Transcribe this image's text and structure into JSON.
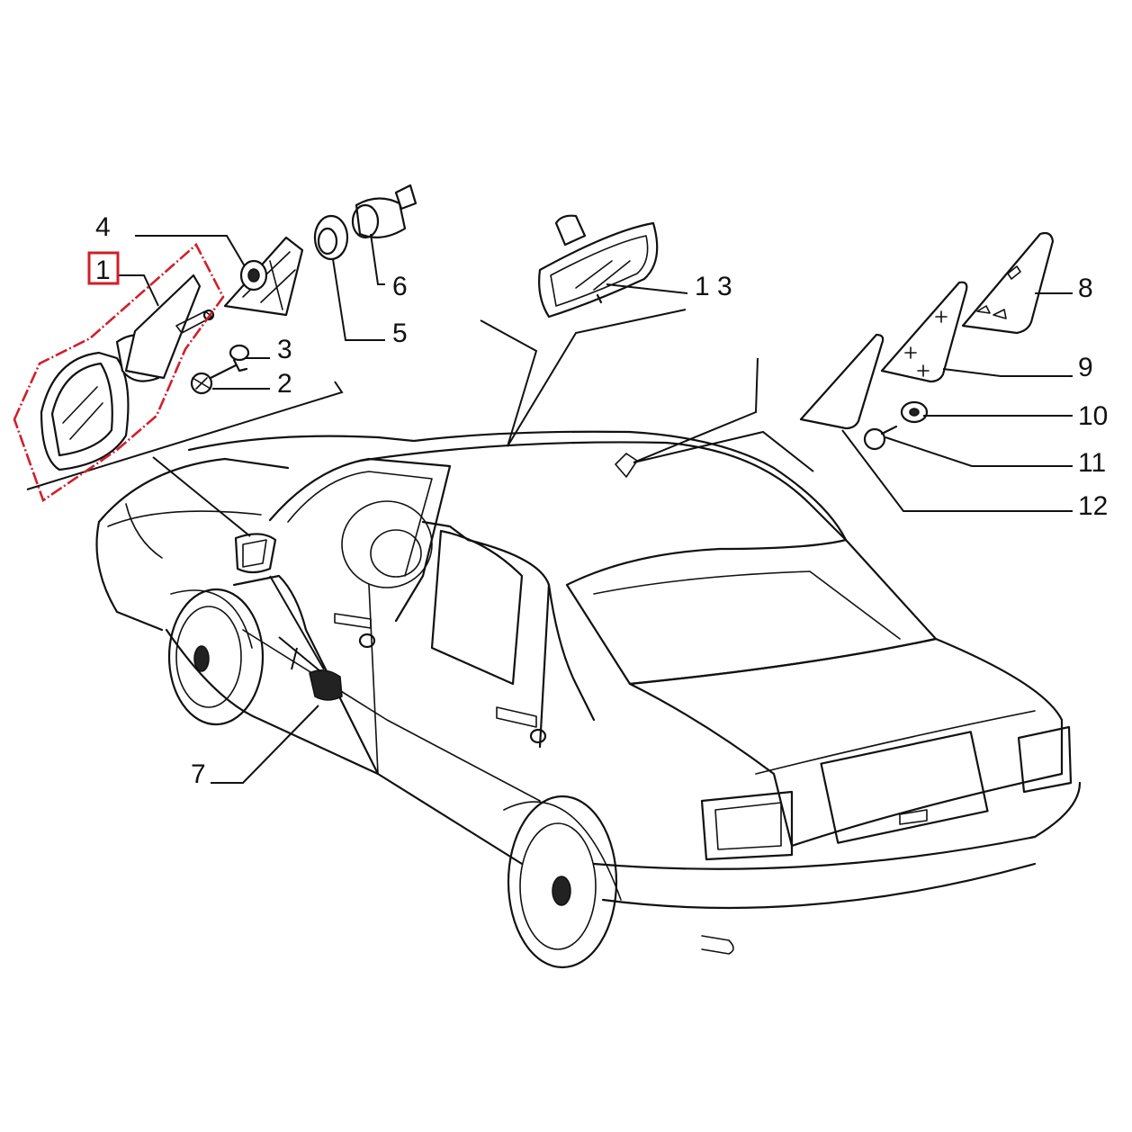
{
  "labels": {
    "part_1": "1",
    "part_2": "2",
    "part_3": "3",
    "part_4": "4",
    "part_5": "5",
    "part_6": "6",
    "part_7": "7",
    "part_8": "8",
    "part_9": "9",
    "part_10": "10",
    "part_11": "11",
    "part_12": "12",
    "part_13": "1 3"
  },
  "highlight": {
    "part": "1",
    "color": "#d11f2a"
  }
}
